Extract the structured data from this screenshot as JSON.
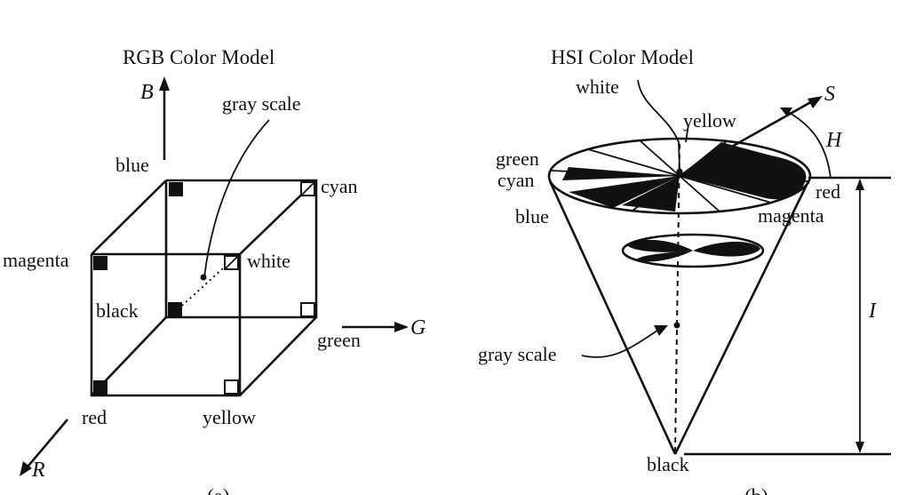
{
  "rgb": {
    "title": "RGB Color Model",
    "axis_b": "B",
    "axis_g": "G",
    "axis_r": "R",
    "label_gray_scale": "gray scale",
    "label_blue": "blue",
    "label_cyan": "cyan",
    "label_magenta": "magenta",
    "label_white": "white",
    "label_black": "black",
    "label_green": "green",
    "label_red": "red",
    "label_yellow": "yellow",
    "caption": "(a)"
  },
  "hsi": {
    "title": "HSI Color Model",
    "label_white": "white",
    "axis_s": "S",
    "label_yellow": "yellow",
    "axis_h": "H",
    "label_green": "green",
    "label_cyan": "cyan",
    "label_red": "red",
    "label_blue": "blue",
    "label_magenta": "magenta",
    "axis_i": "I",
    "label_gray_scale": "gray scale",
    "label_black": "black",
    "caption": "(b)"
  }
}
